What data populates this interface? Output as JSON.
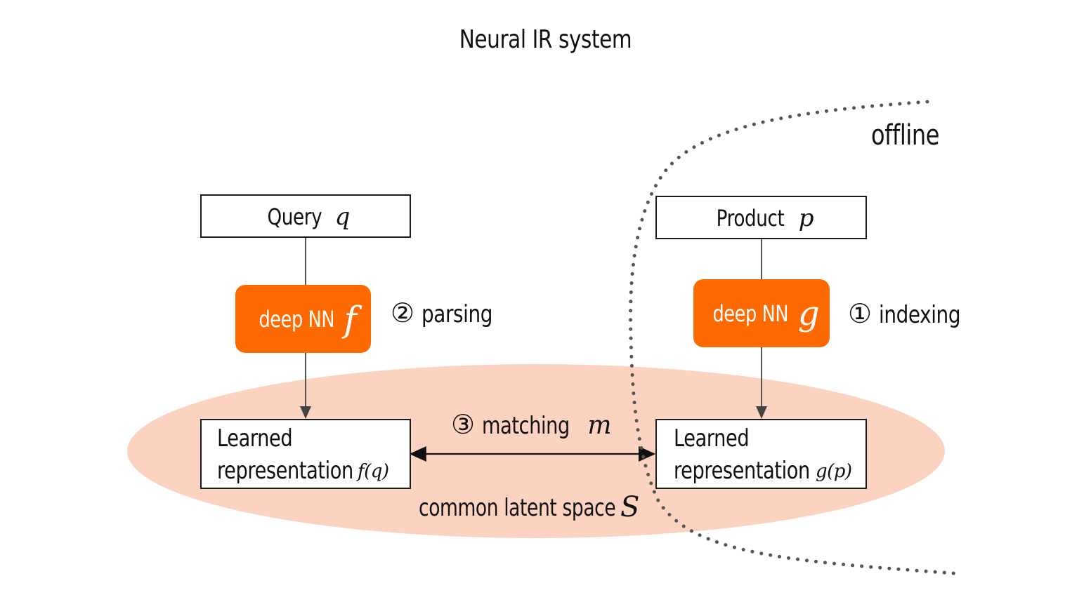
{
  "title": "Neural IR system",
  "offline_label": "offline",
  "query_box": {
    "label": "Query",
    "symbol": "q"
  },
  "product_box": {
    "label": "Product",
    "symbol": "p"
  },
  "nn_left": {
    "label": "deep NN",
    "symbol": "f"
  },
  "nn_right": {
    "label": "deep NN",
    "symbol": "g"
  },
  "step_parsing": {
    "marker": "②",
    "label": "parsing"
  },
  "step_indexing": {
    "marker": "①",
    "label": "indexing"
  },
  "step_matching": {
    "marker": "③",
    "label": "matching",
    "symbol": "m"
  },
  "rep_left": {
    "line1": "Learned",
    "line2": "representation",
    "symbol": "f(q)"
  },
  "rep_right": {
    "line1": "Learned",
    "line2": "representation",
    "symbol": "g(p)"
  },
  "latent_space": {
    "label": "common latent space",
    "symbol": "S"
  },
  "colors": {
    "nn_fill": "#ff6a00",
    "ellipse_fill": "#fcd3c1",
    "arrow": "#555555",
    "dotted": "#555555"
  }
}
